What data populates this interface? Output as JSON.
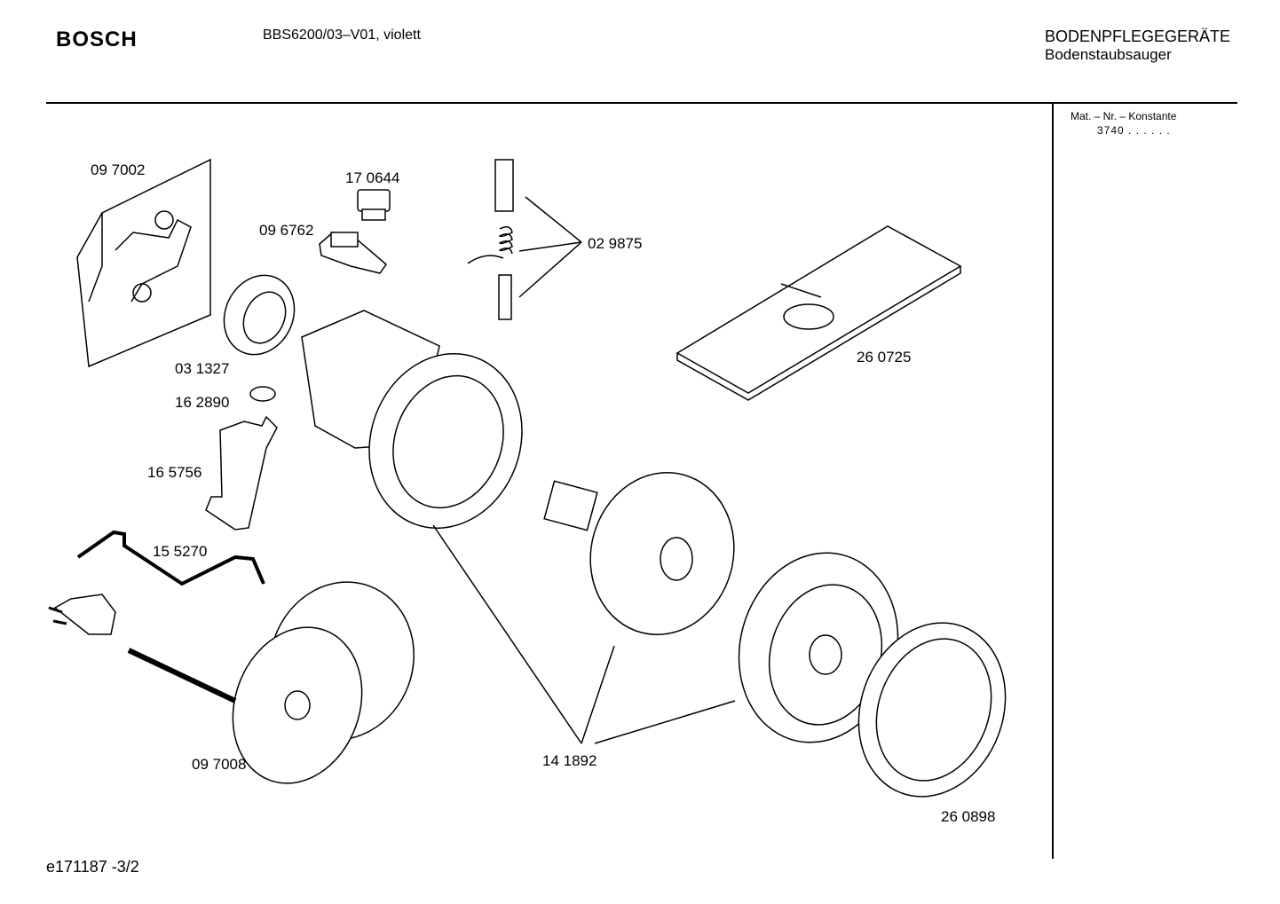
{
  "header": {
    "brand": "BOSCH",
    "model": "BBS6200/03–V01, violett",
    "category": "BODENPFLEGEGERÄTE",
    "subcategory": "Bodenstaubsauger"
  },
  "sidebar": {
    "mat_label": "Mat. – Nr. – Konstante",
    "mat_value": "3740  .  .    .  .  .  ."
  },
  "footer": {
    "code": "e171187 -3/2"
  },
  "parts": [
    {
      "id": "097002",
      "label": "09 7002"
    },
    {
      "id": "170644",
      "label": "17 0644"
    },
    {
      "id": "096762",
      "label": "09 6762"
    },
    {
      "id": "029875",
      "label": "02 9875"
    },
    {
      "id": "031327",
      "label": "03 1327"
    },
    {
      "id": "162890",
      "label": "16 2890"
    },
    {
      "id": "165756",
      "label": "16 5756"
    },
    {
      "id": "155270",
      "label": "15 5270"
    },
    {
      "id": "097008",
      "label": "09 7008"
    },
    {
      "id": "141892",
      "label": "14 1892"
    },
    {
      "id": "260725",
      "label": "26 0725"
    },
    {
      "id": "260898",
      "label": "26 0898"
    }
  ]
}
